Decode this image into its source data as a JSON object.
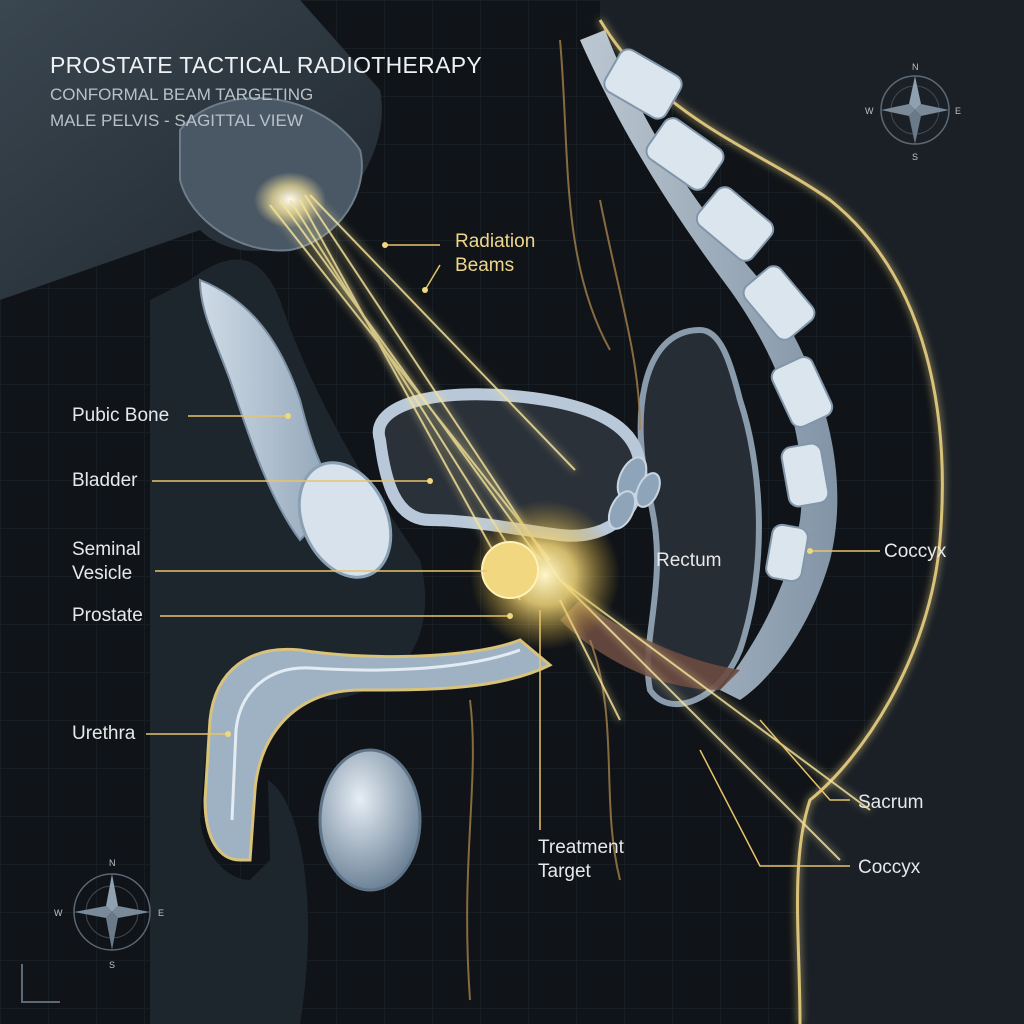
{
  "header": {
    "title": "PROSTATE TACTICAL RADIOTHERAPY",
    "subtitle": "CONFORMAL BEAM TARGETING",
    "view": "MALE PELVIS - SAGITTAL VIEW"
  },
  "labels": {
    "radiation_beams_line1": "Radiation",
    "radiation_beams_line2": "Beams",
    "pubic_bone": "Pubic Bone",
    "bladder": "Bladder",
    "seminal_vesicle_line1": "Seminal",
    "seminal_vesicle_line2": "Vesicle",
    "prostate": "Prostate",
    "urethra": "Urethra",
    "rectum": "Rectum",
    "coccyx_upper": "Coccyx",
    "sacrum": "Sacrum",
    "coccyx_lower": "Coccyx",
    "treatment_target_line1": "Treatment",
    "treatment_target_line2": "Target"
  },
  "compass": {
    "north": "N",
    "south": "S",
    "east": "E",
    "west": "W"
  },
  "colors": {
    "background": "#101418",
    "grid": "#1f2a33",
    "bone": "#b9c8d8",
    "tissue": "#5a4540",
    "beam": "#f6e49a",
    "leader": "#e8c36a",
    "body_outline": "#d9c27a"
  }
}
